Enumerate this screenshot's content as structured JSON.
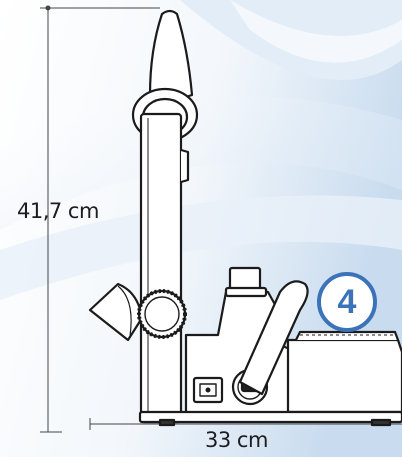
{
  "dimensions": {
    "height": "41,7 cm",
    "width": "33 cm"
  },
  "step_number": "4",
  "colors": {
    "accent": "#3c73b8",
    "line": "#1b1b1b",
    "background_swoosh": "#dbe7f4"
  }
}
